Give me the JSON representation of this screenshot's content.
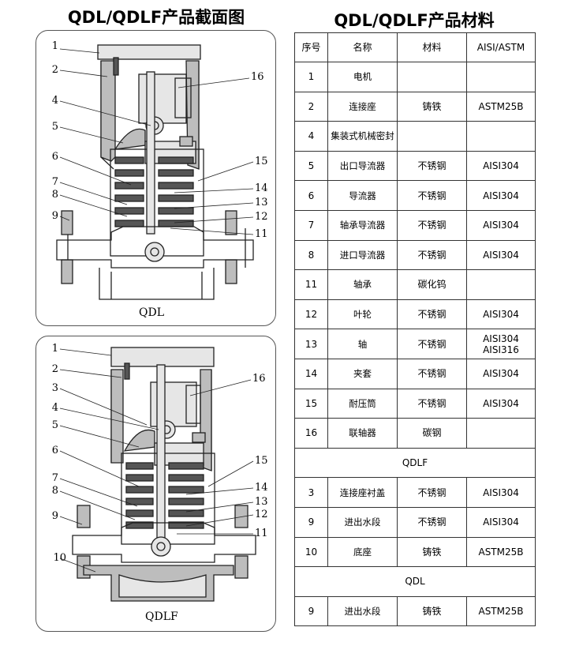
{
  "left_title": "QDL/QDLF产品截面图",
  "right_title": "QDL/QDLF产品材料",
  "diagrams": [
    {
      "caption": "QDL",
      "labels": [
        "1",
        "2",
        "16",
        "4",
        "5",
        "6",
        "15",
        "7",
        "14",
        "8",
        "13",
        "9",
        "12",
        "11"
      ]
    },
    {
      "caption": "QDLF",
      "labels": [
        "1",
        "2",
        "16",
        "3",
        "4",
        "5",
        "6",
        "15",
        "7",
        "14",
        "8",
        "13",
        "9",
        "12",
        "11",
        "10"
      ]
    }
  ],
  "table": {
    "headers": [
      "序号",
      "名称",
      "材料",
      "AISI/ASTM"
    ],
    "rows": [
      [
        "1",
        "电机",
        "",
        ""
      ],
      [
        "2",
        "连接座",
        "铸铁",
        "ASTM25B"
      ],
      [
        "4",
        "集装式机械密封",
        "",
        ""
      ],
      [
        "5",
        "出口导流器",
        "不锈钢",
        "AISI304"
      ],
      [
        "6",
        "导流器",
        "不锈钢",
        "AISI304"
      ],
      [
        "7",
        "轴承导流器",
        "不锈钢",
        "AISI304"
      ],
      [
        "8",
        "进口导流器",
        "不锈钢",
        "AISI304"
      ],
      [
        "11",
        "轴承",
        "碳化钨",
        ""
      ],
      [
        "12",
        "叶轮",
        "不锈钢",
        "AISI304"
      ],
      [
        "13",
        "轴",
        "不锈钢",
        "AISI304 AISI316"
      ],
      [
        "14",
        "夹套",
        "不锈钢",
        "AISI304"
      ],
      [
        "15",
        "耐压筒",
        "不锈钢",
        "AISI304"
      ],
      [
        "16",
        "联轴器",
        "碳钢",
        ""
      ]
    ],
    "section_qdlf": "QDLF",
    "rows_qdlf": [
      [
        "3",
        "连接座衬盖",
        "不锈钢",
        "AISI304"
      ],
      [
        "9",
        "进出水段",
        "不锈钢",
        "AISI304"
      ],
      [
        "10",
        "底座",
        "铸铁",
        "ASTM25B"
      ]
    ],
    "section_qdl": "QDL",
    "rows_qdl": [
      [
        "9",
        "进出水段",
        "铸铁",
        "ASTM25B"
      ]
    ]
  }
}
